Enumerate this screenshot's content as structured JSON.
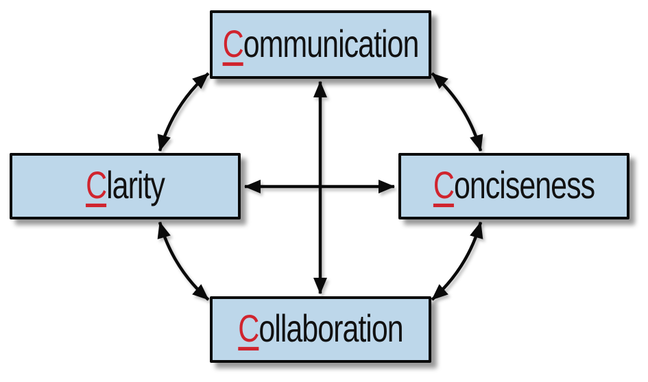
{
  "diagram": {
    "nodes": {
      "communication": {
        "initial": "C",
        "rest": "ommunication",
        "label": "Communication",
        "position": "top"
      },
      "clarity": {
        "initial": "C",
        "rest": "larity",
        "label": "Clarity",
        "position": "left"
      },
      "conciseness": {
        "initial": "C",
        "rest": "onciseness",
        "label": "Conciseness",
        "position": "right"
      },
      "collaboration": {
        "initial": "C",
        "rest": "ollaboration",
        "label": "Collaboration",
        "position": "bottom"
      }
    },
    "colors": {
      "node_fill": "#bdd7ea",
      "node_border": "#0a0a0a",
      "text": "#111111",
      "initial_accent": "#d0242e",
      "arrow": "#0a0a0a",
      "background": "#ffffff"
    },
    "edges": [
      {
        "from": "Communication",
        "to": "Clarity",
        "style": "curved",
        "bidirectional": true
      },
      {
        "from": "Communication",
        "to": "Conciseness",
        "style": "curved",
        "bidirectional": true
      },
      {
        "from": "Clarity",
        "to": "Collaboration",
        "style": "curved",
        "bidirectional": true
      },
      {
        "from": "Conciseness",
        "to": "Collaboration",
        "style": "curved",
        "bidirectional": true
      },
      {
        "from": "Communication",
        "to": "Collaboration",
        "style": "straight",
        "bidirectional": true
      },
      {
        "from": "Clarity",
        "to": "Conciseness",
        "style": "straight",
        "bidirectional": true
      }
    ]
  }
}
